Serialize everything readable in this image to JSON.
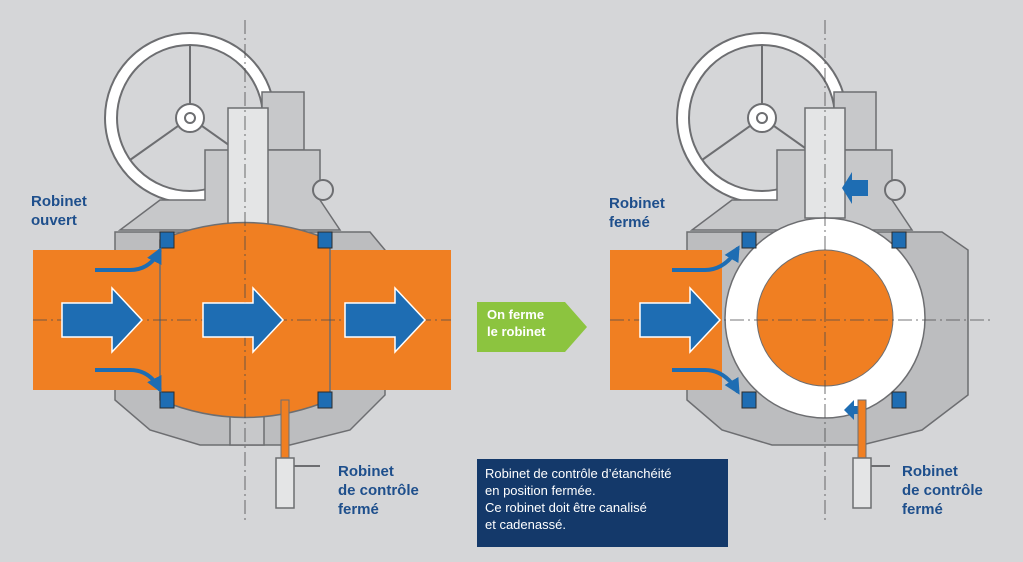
{
  "labels": {
    "left_valve": [
      "Robinet",
      "ouvert"
    ],
    "right_valve": [
      "Robinet",
      "fermé"
    ],
    "left_check_valve": [
      "Robinet",
      "de contrôle",
      "fermé"
    ],
    "right_check_valve": [
      "Robinet",
      "de contrôle",
      "fermé"
    ]
  },
  "transition_badge": [
    "On ferme",
    "le robinet"
  ],
  "note": [
    "Robinet de contrôle d’étanchéité",
    "en position fermée.",
    "Ce robinet doit être canalisé",
    "et cadenassé."
  ],
  "colors": {
    "background": "#d5d6d8",
    "fluid": "#f07f22",
    "flow_arrow": "#1e6db3",
    "label_text": "#1e4f8c",
    "badge": "#8cc43f",
    "note_box": "#14396a",
    "body_metal": "#bcbdbf"
  },
  "icons": {
    "handwheel": "handwheel-icon",
    "flow": "flow-arrow-icon"
  }
}
